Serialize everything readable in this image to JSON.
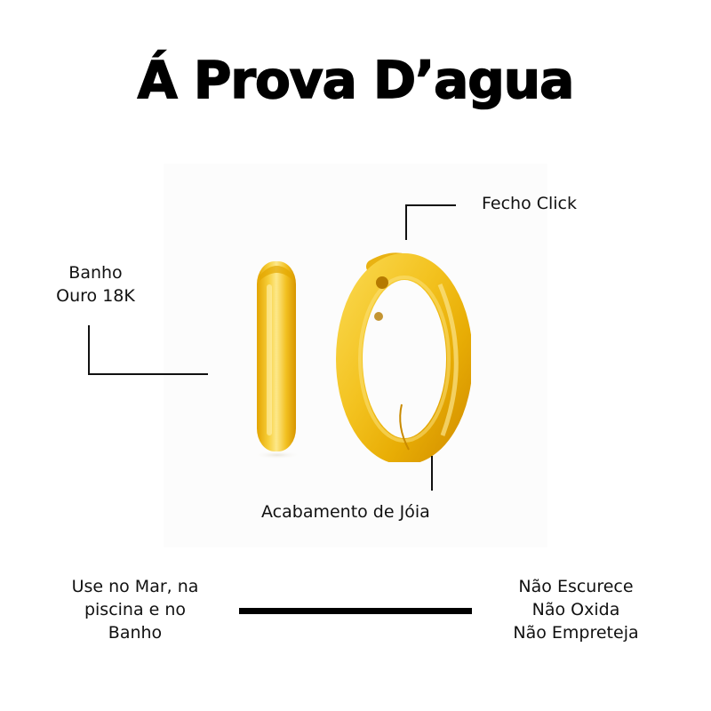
{
  "title": "Á Prova D’agua",
  "product_image": {
    "alt": "Par de argolas douradas (brincos de argola em ouro)",
    "colors": {
      "gold_light": "#fbe27a",
      "gold_mid": "#f1bc18",
      "gold_dark": "#c98a00",
      "photo_background": "#fcfcfc"
    }
  },
  "callouts": {
    "fecho_click": "Fecho Click",
    "banho_ouro": [
      "Banho",
      "Ouro 18K"
    ],
    "acabamento": "Acabamento de Jóia"
  },
  "bottom": {
    "left_lines": [
      "Use no Mar, na",
      "piscina e no",
      "Banho"
    ],
    "right_lines": [
      "Não Escurece",
      "Não Oxida",
      "Não Empreteja"
    ]
  }
}
